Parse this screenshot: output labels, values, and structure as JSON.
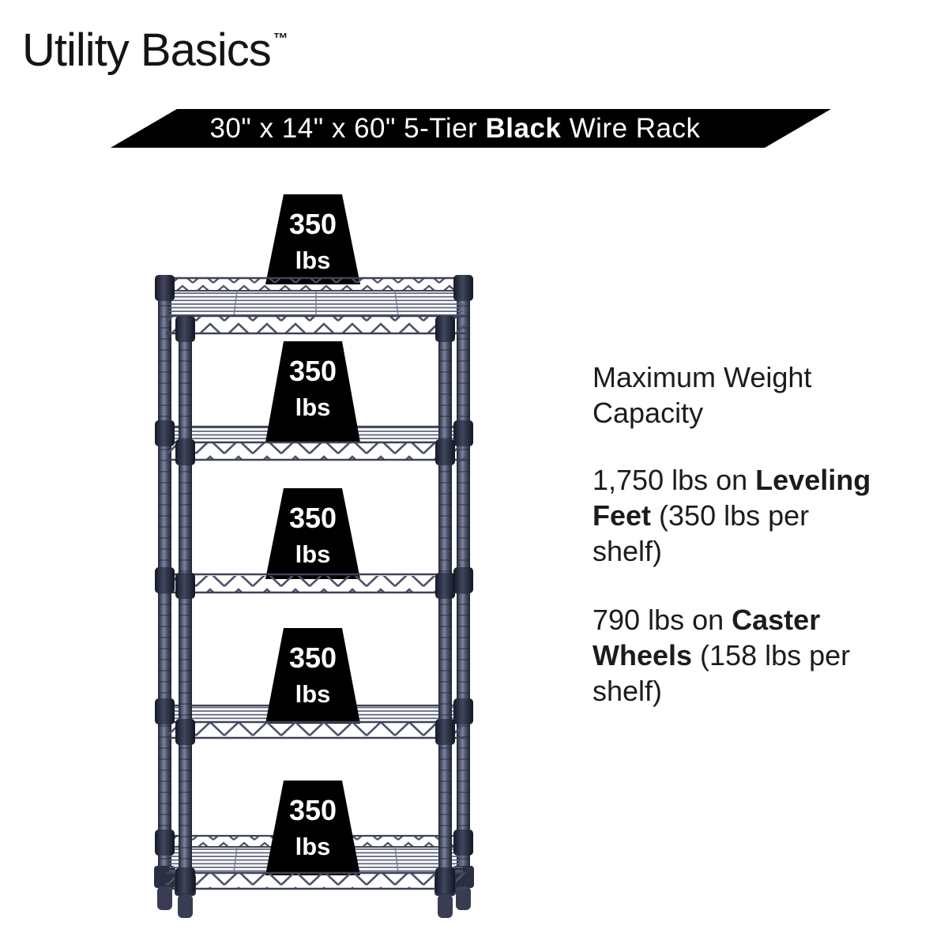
{
  "brand": {
    "name": "Utility Basics",
    "trademark": "™",
    "color": "#141414"
  },
  "banner": {
    "prefix": "30\" x 14\" x 60\" 5-Tier ",
    "highlight": "Black",
    "suffix": " Wire Rack",
    "bg_color": "#000000",
    "text_color": "#ffffff"
  },
  "rack": {
    "image_name": "5-tier-wire-shelving-rack",
    "tiers": 5,
    "color_main": "#4b5168",
    "color_highlight": "#7d849c",
    "color_dark": "#1d2132",
    "wire_color": "#4d5268"
  },
  "shelf_capacities": [
    {
      "value": "350",
      "unit": "lbs"
    },
    {
      "value": "350",
      "unit": "lbs"
    },
    {
      "value": "350",
      "unit": "lbs"
    },
    {
      "value": "350",
      "unit": "lbs"
    },
    {
      "value": "350",
      "unit": "lbs"
    }
  ],
  "capacity_marker": {
    "bg_color": "#000000",
    "text_color": "#ffffff"
  },
  "info": {
    "heading": "Maximum Weight Capacity",
    "text_color": "#1c1c1c",
    "items": [
      {
        "prefix": "1,750 lbs on ",
        "bold": "Leveling Feet",
        "suffix": " (350 lbs per shelf)"
      },
      {
        "prefix": "790 lbs on ",
        "bold": "Caster Wheels",
        "suffix": " (158 lbs per shelf)"
      }
    ]
  }
}
